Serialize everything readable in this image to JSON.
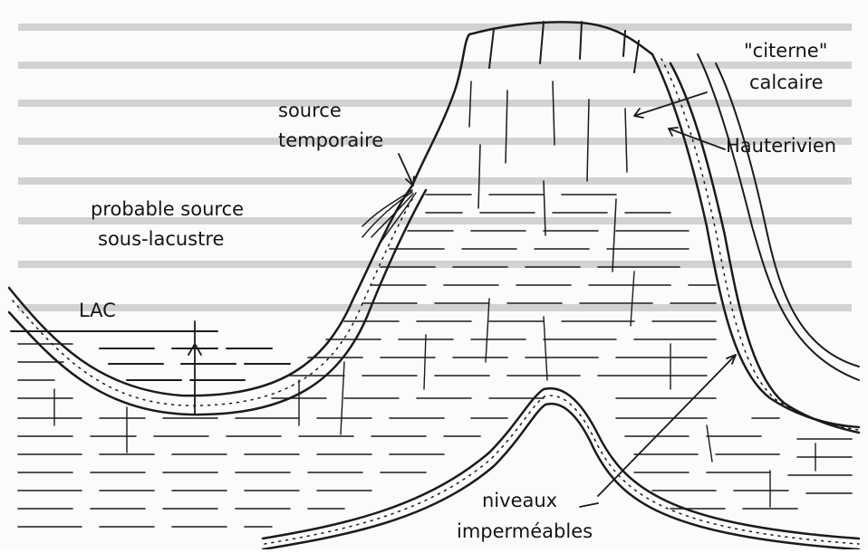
{
  "figure": {
    "labels": {
      "source_temporaire_1": "source",
      "source_temporaire_2": "temporaire",
      "citerne_1": "\"citerne\"",
      "citerne_2": "calcaire",
      "hauterivien": "Hauterivien",
      "probable_1": "probable source",
      "probable_2": "sous-lacustre",
      "lac": "LAC",
      "niveaux_1": "niveaux",
      "niveaux_2": "imperméables"
    }
  }
}
